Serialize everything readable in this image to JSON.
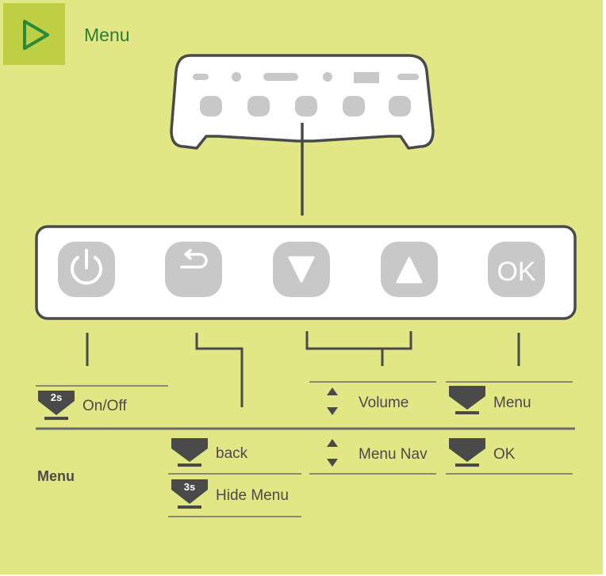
{
  "header": {
    "title": "Menu",
    "play_icon": "play-icon"
  },
  "colors": {
    "background": "#e2e785",
    "play_box": "#bfcf44",
    "title_text": "#2e7d32",
    "button_face": "#c8c8c8",
    "line": "#4a4a4a",
    "separator": "#6b6b6b"
  },
  "keypad": {
    "buttons": [
      {
        "name": "power",
        "icon": "power-icon"
      },
      {
        "name": "back",
        "icon": "back-arrow-icon"
      },
      {
        "name": "down",
        "icon": "triangle-down-icon"
      },
      {
        "name": "up",
        "icon": "triangle-up-icon"
      },
      {
        "name": "ok",
        "icon": "ok-icon",
        "label": "OK"
      }
    ]
  },
  "legend": {
    "power_onoff": {
      "hold": "2s",
      "label": "On/Off"
    },
    "volume": {
      "label": "Volume"
    },
    "ok_menu": {
      "label": "Menu"
    },
    "menu_mode": {
      "title": "Menu",
      "back": {
        "label": "back"
      },
      "hide_menu": {
        "hold": "3s",
        "label": "Hide Menu"
      },
      "nav": {
        "label": "Menu Nav"
      },
      "ok": {
        "label": "OK"
      }
    }
  }
}
